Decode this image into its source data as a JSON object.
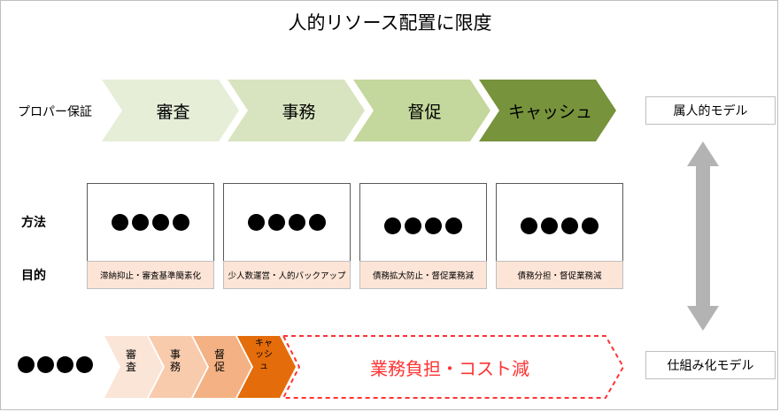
{
  "title": "人的リソース配置に限度",
  "rows": {
    "proper_label": "プロパー保証",
    "method_label": "方法",
    "purpose_label": "目的"
  },
  "stages": [
    {
      "label": "審査",
      "color": "#e6eed8"
    },
    {
      "label": "事務",
      "color": "#d8e4bf"
    },
    {
      "label": "督促",
      "color": "#c4d79c"
    },
    {
      "label": "キャッシュ",
      "color": "#77933c"
    }
  ],
  "method_boxes": [
    {
      "dots": "●●●●",
      "purpose": "滞納抑止・審査基準簡素化"
    },
    {
      "dots": "●●●●",
      "purpose": "少人数運営・人的バックアップ"
    },
    {
      "dots": "●●●●",
      "purpose": "債務拡大防止・督促業務減"
    },
    {
      "dots": "●●●●",
      "purpose": "債務分担・督促業務減"
    }
  ],
  "models": {
    "top": "属人的モデル",
    "bottom": "仕組み化モデル"
  },
  "bottom_row": {
    "dots": "●●●●",
    "stages": [
      {
        "label": "審査",
        "color": "#fbe5d6"
      },
      {
        "label": "事務",
        "color": "#f8cbad"
      },
      {
        "label": "督促",
        "color": "#f4b183"
      },
      {
        "label": "キャッシュ",
        "color": "#e46c0a"
      }
    ],
    "result": "業務負担・コスト減",
    "result_color": "#ff3333"
  }
}
